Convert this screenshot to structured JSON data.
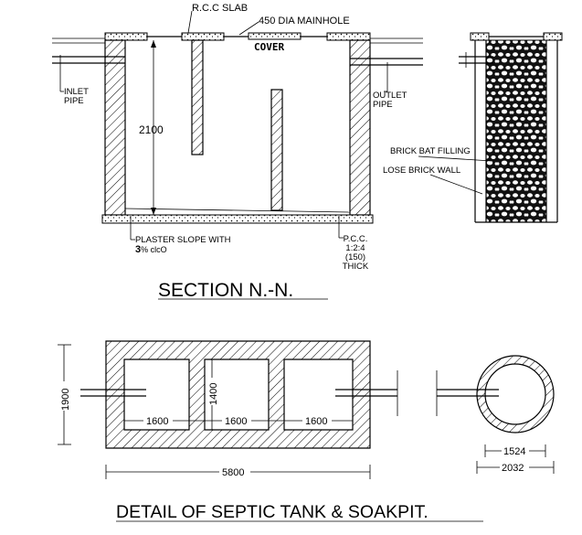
{
  "section": {
    "title": "SECTION N.-N.",
    "labels": {
      "rcc_slab": "R.C.C SLAB",
      "manhole": "450 DIA MAINHOLE",
      "cover": "COVER",
      "inlet": "INLET\nPIPE",
      "outlet": "OUTLET\nPIPE",
      "depth": "2100",
      "plaster_a": "PLASTER SLOPE WITH",
      "plaster_b_num": "3",
      "plaster_b_rest": "% clcO",
      "pcc": "P.C.C.\n1:2:4\n(150)\nTHICK"
    }
  },
  "soakpit_section": {
    "labels": {
      "brick_bat": "BRICK BAT FILLING",
      "lose_brick": "LOSE BRICK WALL"
    }
  },
  "plan": {
    "title": "DETAIL OF  SEPTIC TANK & SOAKPIT.",
    "dims": {
      "height": "1900",
      "partition": "1400",
      "chamber_1": "1600",
      "chamber_2": "1600",
      "chamber_3": "1600",
      "length": "5800",
      "inner_dia": "1524",
      "outer_dia": "2032"
    }
  }
}
